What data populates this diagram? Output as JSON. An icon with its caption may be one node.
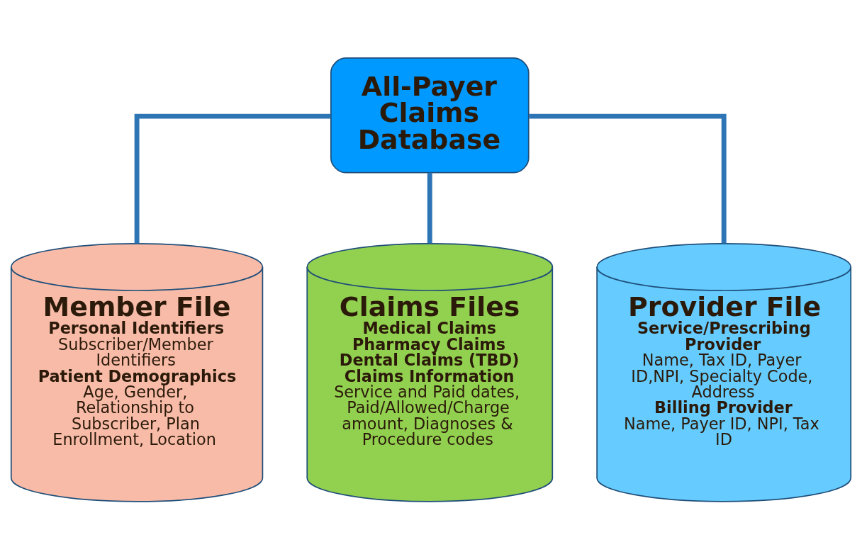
{
  "diagram": {
    "nodes": [
      {
        "text": [
          "All-Payer Claims Database"
        ]
      },
      {
        "text": [
          "Member File",
          "Personal Identifiers",
          "Subscriber/Member Identifiers",
          "Patient Demographics",
          "Age, Gender, Relationship to Subscriber, Plan Enrollment, Location"
        ]
      },
      {
        "text": [
          "Claims Files",
          "Medical Claims",
          "Pharmacy Claims",
          "Dental Claims (TBD)",
          "Claims Information",
          "Service and Paid dates, Paid/Allowed/Charge amount, Diagnoses & Procedure codes"
        ]
      },
      {
        "text": [
          "Provider File",
          "Service/Prescribing Provider",
          "Name, Tax ID, Payer ID,NPI, Specialty Code, Address",
          "Billing Provider",
          "Name, Payer ID, NPI, Tax ID"
        ]
      }
    ],
    "edges": [
      {
        "from": 0,
        "to": 1,
        "arrow": "none"
      },
      {
        "from": 0,
        "to": 2,
        "arrow": "none"
      },
      {
        "from": 0,
        "to": 3,
        "arrow": "none"
      }
    ]
  }
}
